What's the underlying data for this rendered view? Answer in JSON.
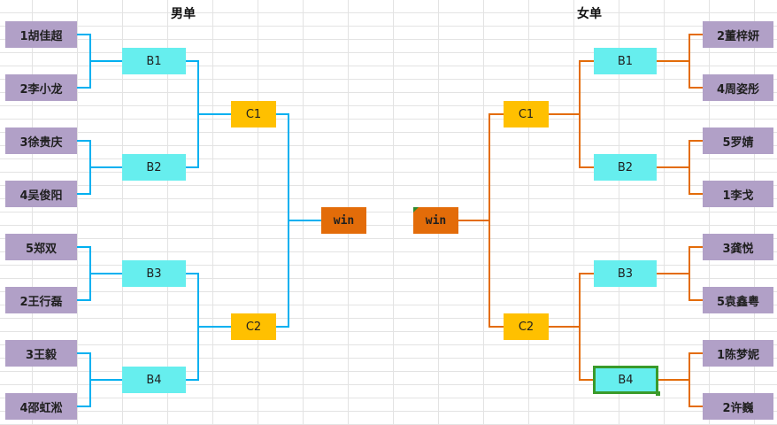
{
  "titles": {
    "men": "男单",
    "women": "女单"
  },
  "men": {
    "players": [
      "1胡佳超",
      "2李小龙",
      "3徐贵庆",
      "4吴俊阳",
      "5郑双",
      "2王行磊",
      "3王毅",
      "4邵虹淞"
    ],
    "b": [
      "B1",
      "B2",
      "B3",
      "B4"
    ],
    "c": [
      "C1",
      "C2"
    ],
    "win": "win"
  },
  "women": {
    "players": [
      "2董梓妍",
      "4周姿彤",
      "5罗婧",
      "1李戈",
      "3龚悦",
      "5袁鑫粤",
      "1陈梦妮",
      "2许巍"
    ],
    "b": [
      "B1",
      "B2",
      "B3",
      "B4"
    ],
    "c": [
      "C1",
      "C2"
    ],
    "win": "win"
  },
  "colors": {
    "player_bg": "#b1a0c7",
    "b_bg": "#66eeee",
    "c_bg": "#ffc000",
    "win_bg": "#e36c09",
    "men_line": "#00b0f0",
    "women_line": "#e36c09",
    "selection": "#3a9a2a"
  }
}
